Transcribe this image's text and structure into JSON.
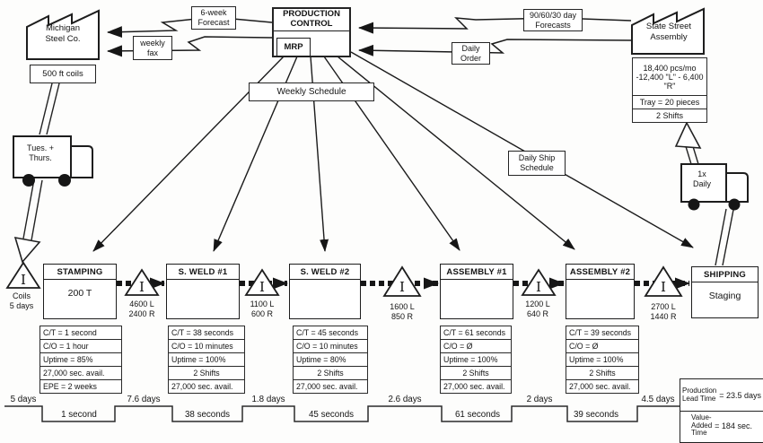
{
  "supplier": {
    "name": "Michigan\nSteel Co.",
    "coils_box": "500 ft coils",
    "truck": "Tues. +\nThurs.",
    "inventory": "Coils\n5 days"
  },
  "customer": {
    "name": "State Street\nAssembly",
    "demand": "18,400 pcs/mo\n-12,400 \"L\"\n- 6,400 \"R\"",
    "tray": "Tray = 20 pieces",
    "shifts": "2 Shifts",
    "truck": "1x\nDaily"
  },
  "production_control": {
    "title": "PRODUCTION\nCONTROL",
    "mrp": "MRP"
  },
  "info": {
    "six_week": "6-week\nForecast",
    "weekly_fax": "weekly\nfax",
    "forecasts": "90/60/30 day\nForecasts",
    "daily_order": "Daily\nOrder",
    "weekly_schedule": "Weekly Schedule",
    "daily_ship": "Daily Ship\nSchedule"
  },
  "icons": {
    "inventory_glyph": "I"
  },
  "processes": [
    {
      "name": "STAMPING",
      "sub": "200 T",
      "rows": [
        "C/T = 1 second",
        "C/O =  1 hour",
        "Uptime = 85%",
        "27,000 sec. avail.",
        "EPE = 2 weeks"
      ]
    },
    {
      "name": "S. WELD #1",
      "sub": "",
      "rows": [
        "C/T = 38 seconds",
        "C/O =  10 minutes",
        "Uptime = 100%",
        "2 Shifts",
        "27,000 sec. avail."
      ]
    },
    {
      "name": "S. WELD #2",
      "sub": "",
      "rows": [
        "C/T = 45 seconds",
        "C/O =  10 minutes",
        "Uptime = 80%",
        "2 Shifts",
        "27,000 sec. avail."
      ]
    },
    {
      "name": "ASSEMBLY #1",
      "sub": "",
      "rows": [
        "C/T = 61 seconds",
        "C/O = Ø",
        "Uptime = 100%",
        "2 Shifts",
        "27,000 sec. avail."
      ]
    },
    {
      "name": "ASSEMBLY #2",
      "sub": "",
      "rows": [
        "C/T = 39 seconds",
        "C/O = Ø",
        "Uptime = 100%",
        "2 Shifts",
        "27,000 sec. avail."
      ]
    },
    {
      "name": "SHIPPING",
      "sub": "Staging",
      "rows": []
    }
  ],
  "inventory_labels": [
    "4600 L\n2400 R",
    "1100 L\n600 R",
    "1600 L\n850 R",
    "1200 L\n640 R",
    "2700 L\n1440 R"
  ],
  "timeline": {
    "waits": [
      "5 days",
      "7.6 days",
      "1.8 days",
      "2.6 days",
      "2 days",
      "4.5 days"
    ],
    "values": [
      "1 second",
      "38 seconds",
      "45 seconds",
      "61 seconds",
      "39 seconds"
    ]
  },
  "summary": {
    "lead_label": "Production\nLead Time",
    "lead_value": "= 23.5 days",
    "va_label": "Value-\nAdded\nTime",
    "va_value": "= 184 sec."
  }
}
